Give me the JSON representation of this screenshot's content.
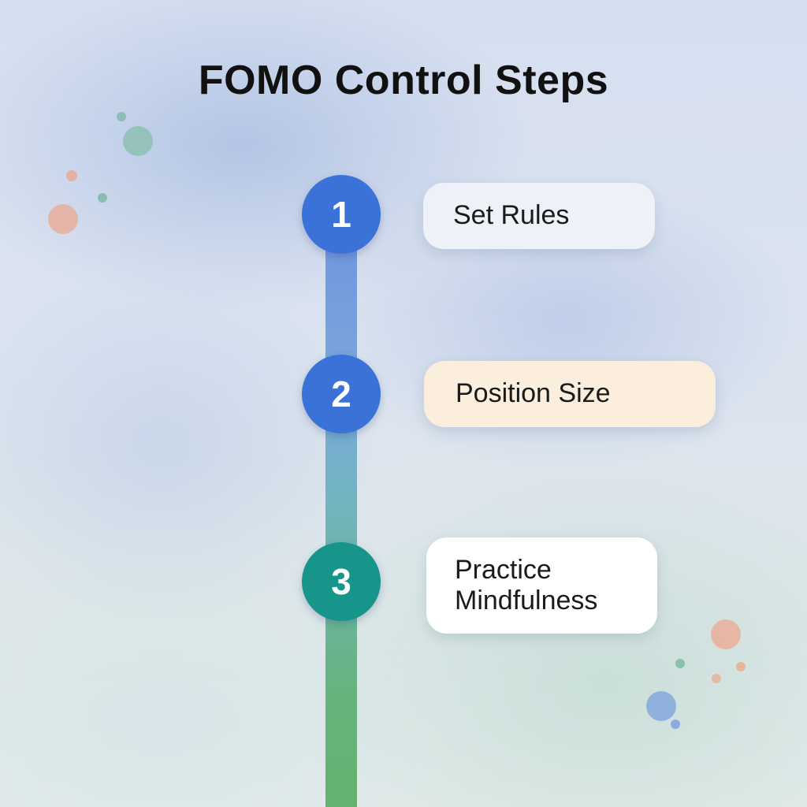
{
  "title": "FOMO Control Steps",
  "colors": {
    "badge_1": "#3a72d8",
    "badge_2": "#3a72d8",
    "badge_3": "#17958a",
    "card_1": "#eef1f8",
    "card_2": "#fbeedd",
    "card_3": "#ffffff"
  },
  "steps": [
    {
      "number": "1",
      "label": "Set Rules"
    },
    {
      "number": "2",
      "label": "Position Size"
    },
    {
      "number": "3",
      "label": "Practice Mindfulness"
    }
  ]
}
